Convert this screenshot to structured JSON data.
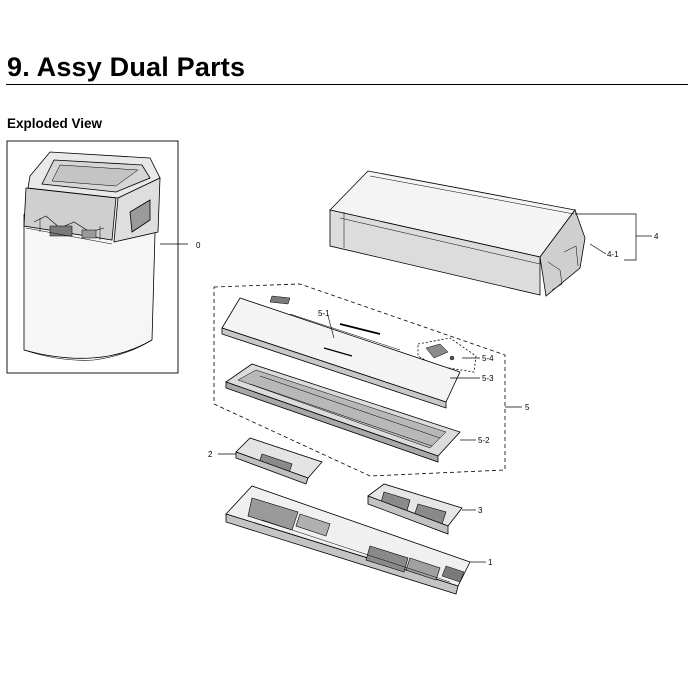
{
  "document": {
    "title": "9.  Assy Dual Parts",
    "section_heading": "Exploded View"
  },
  "callouts": [
    "0",
    "4",
    "4-1",
    "5-1",
    "5-4",
    "5-3",
    "5",
    "5-2",
    "2",
    "3",
    "1"
  ],
  "colors": {
    "line": "#000000",
    "shade": "#d0d0d0",
    "light": "#ececec"
  }
}
